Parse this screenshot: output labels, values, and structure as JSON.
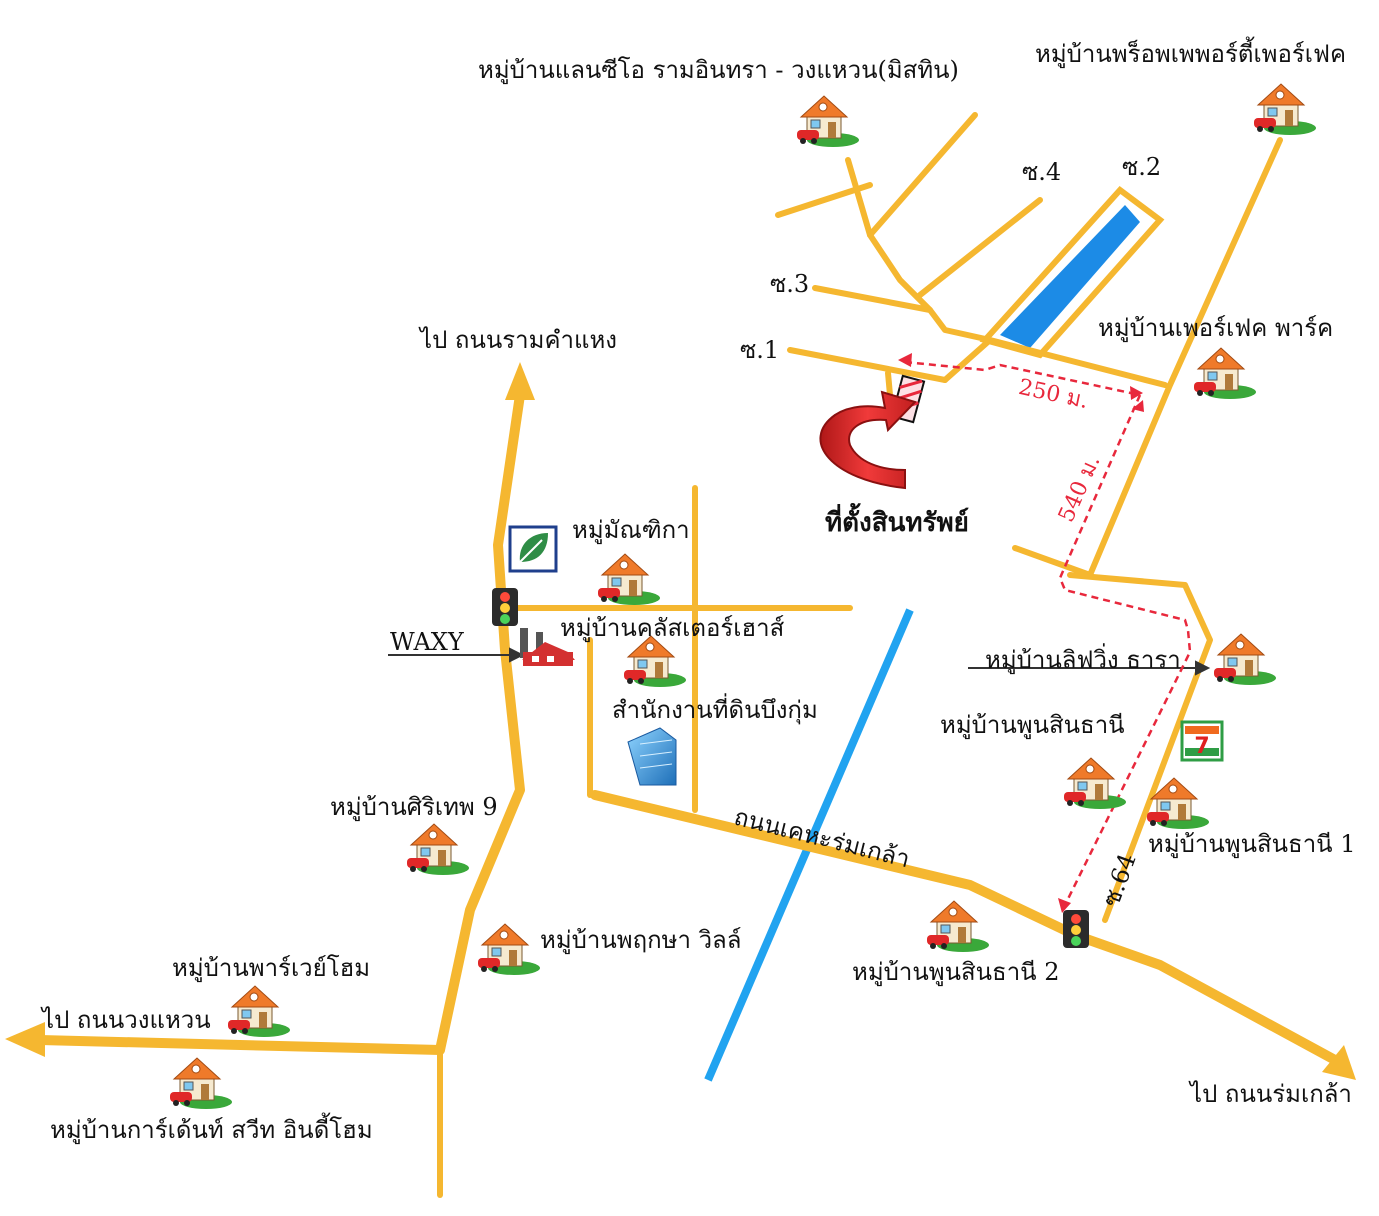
{
  "labels": {
    "village_lanceo": "หมู่บ้านแลนซีโอ รามอินทรา - วงแหวน(มิสทิน)",
    "village_property_perfect": "หมู่บ้านพร็อพเพพอร์ตี้เพอร์เฟค",
    "soi_4": "ซ.4",
    "soi_2": "ซ.2",
    "soi_3": "ซ.3",
    "soi_1": "ซ.1",
    "village_perfect_park": "หมู่บ้านเพอร์เฟค พาร์ค",
    "to_ramkhamhaeng": "ไป ถนนรามคำแหง",
    "dist_250": "250 ม.",
    "dist_540": "540 ม.",
    "property_location": "ที่ตั้งสินทรัพย์",
    "village_manthika": "หมู่มัณฑิกา",
    "waxy": "WAXY",
    "village_cluster_house": "หมู่บ้านคลัสเตอร์เฮาส์",
    "village_living_thara": "หมู่บ้านลิฟวิ่ง ธารา",
    "land_office": "สำนักงานที่ดินบึงกุ่ม",
    "village_poonsin_thani": "หมู่บ้านพูนสินธานี",
    "village_siritep": "หมู่บ้านศิริเทพ 9",
    "road_kehara": "ถนนเคหะร่มเกล้า",
    "village_poonsin_1": "หมู่บ้านพูนสินธานี 1",
    "soi_64": "ซ.64",
    "village_pruksa": "หมู่บ้านพฤกษา วิลล์",
    "village_parkway": "หมู่บ้านพาร์เวย์โฮม",
    "village_poonsin_2": "หมู่บ้านพูนสินธานี 2",
    "to_ringroad": "ไป ถนนวงแหวน",
    "to_romklao": "ไป ถนนร่มเกล้า",
    "village_garden_sweet": "หมู่บ้านการ์เด้นท์ สวีท อินดี้โฮม"
  },
  "icons": [
    "house-icon",
    "traffic-light-icon",
    "factory-icon",
    "office-building-icon",
    "seven-eleven-icon",
    "gas-station-icon",
    "property-marker-icon",
    "curved-arrow-icon"
  ],
  "colors": {
    "road": "#f5b730",
    "canal": "#21a3f0",
    "pond": "#1c8be6",
    "route": "#e8283c",
    "arrow": "#e62a2a"
  }
}
